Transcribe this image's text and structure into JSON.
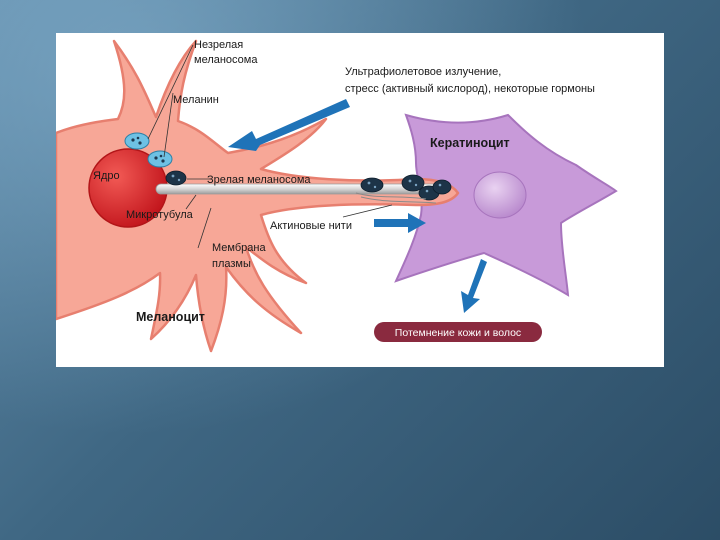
{
  "labels": {
    "immature_melanosome_1": "Незрелая",
    "immature_melanosome_2": "меланосома",
    "melanin": "Меланин",
    "nucleus": "Ядро",
    "mature_melanosome": "Зрелая меланосома",
    "microtubule": "Микротубула",
    "membrane_1": "Мембрана",
    "membrane_2": "плазмы",
    "melanocyte": "Меланоцит",
    "uv_line1": "Ультрафиолетовое излучение,",
    "uv_line2": "стресс (активный кислород), некоторые гормоны",
    "keratinocyte": "Кератиноцит",
    "actin": "Актиновые нити",
    "darkening": "Потемнение кожи и волос"
  },
  "colors": {
    "melanocyte_fill": "#f7a797",
    "melanocyte_edge": "#e77f6f",
    "nucleus": "#e0262a",
    "keratinocyte_fill": "#c89ad9",
    "keratinocyte_edge": "#a774bd",
    "arrow_blue": "#1f73b8",
    "pill": "#8a2a3f"
  }
}
